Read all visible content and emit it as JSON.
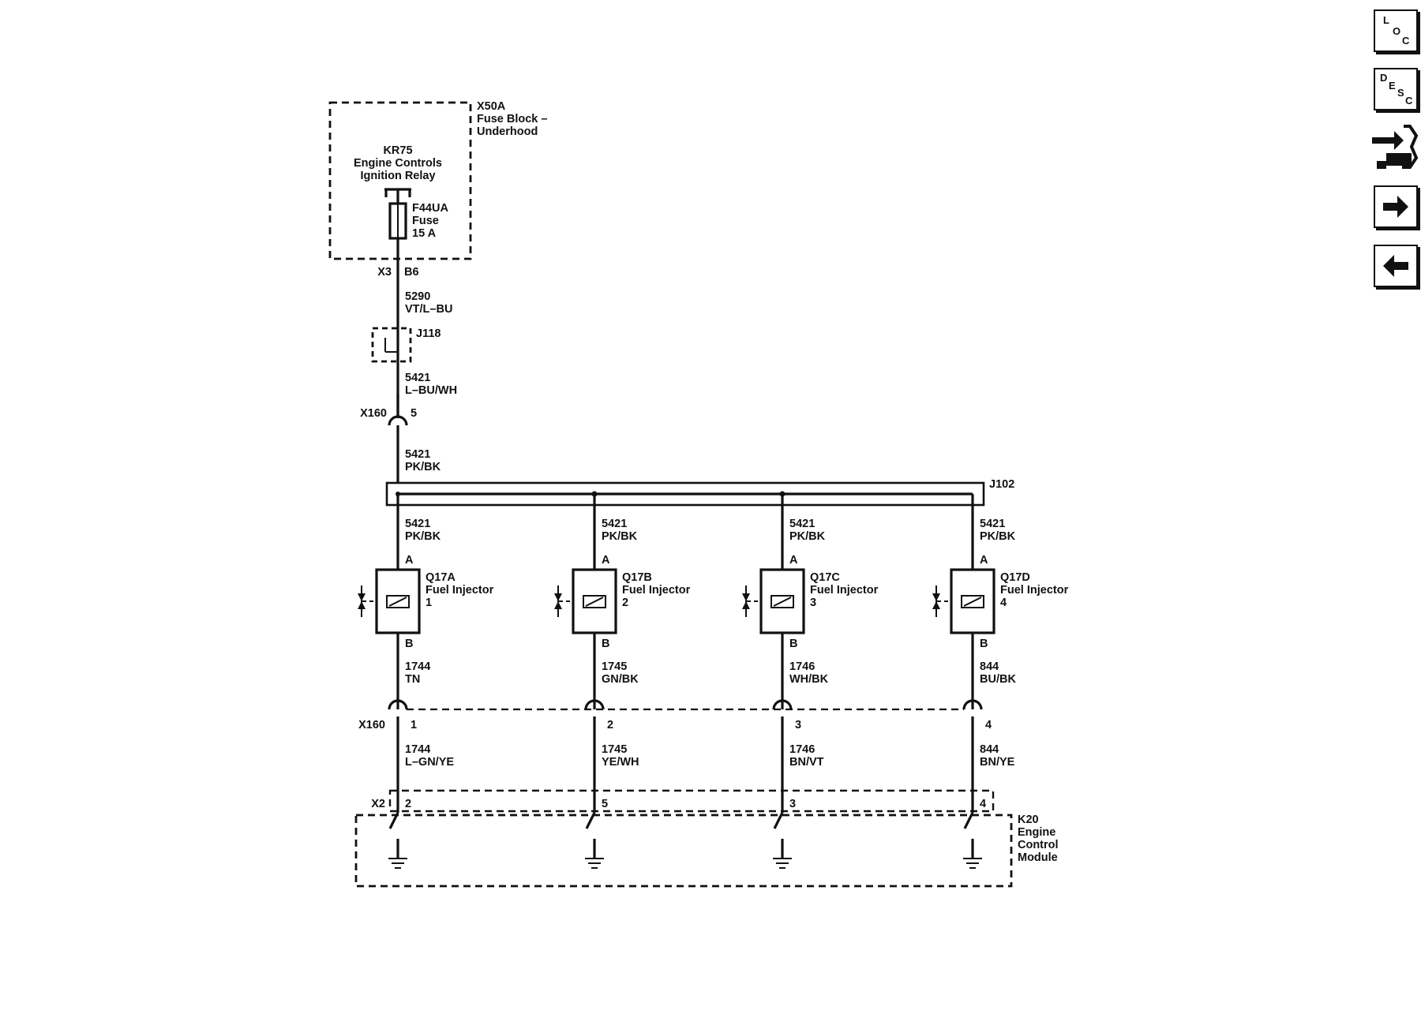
{
  "fuse_block": {
    "id": "X50A",
    "name_line1": "Fuse Block –",
    "name_line2": "Underhood"
  },
  "relay": {
    "id": "KR75",
    "line1": "Engine Controls",
    "line2": "Ignition Relay"
  },
  "fuse": {
    "id": "F44UA",
    "type": "Fuse",
    "rating": "15 A"
  },
  "fuse_connector": {
    "connector": "X3",
    "pin": "B6"
  },
  "wire_feed": {
    "circuit": "5290",
    "color": "VT/L–BU"
  },
  "splice_j118": {
    "id": "J118"
  },
  "wire_after_j118": {
    "circuit": "5421",
    "color": "L–BU/WH"
  },
  "inline_top": {
    "connector": "X160",
    "pin": "5"
  },
  "wire_to_j102": {
    "circuit": "5421",
    "color": "PK/BK"
  },
  "splice_j102": {
    "id": "J102"
  },
  "injectors": [
    {
      "branch_circuit": "5421",
      "branch_color": "PK/BK",
      "pin_a": "A",
      "pin_b": "B",
      "id": "Q17A",
      "name": "Fuel Injector",
      "number": "1",
      "out_circuit": "1744",
      "out_color": "TN",
      "x160_pin": "1",
      "ecm_circuit": "1744",
      "ecm_color": "L–GN/YE",
      "x2_pin": "2"
    },
    {
      "branch_circuit": "5421",
      "branch_color": "PK/BK",
      "pin_a": "A",
      "pin_b": "B",
      "id": "Q17B",
      "name": "Fuel Injector",
      "number": "2",
      "out_circuit": "1745",
      "out_color": "GN/BK",
      "x160_pin": "2",
      "ecm_circuit": "1745",
      "ecm_color": "YE/WH",
      "x2_pin": "5"
    },
    {
      "branch_circuit": "5421",
      "branch_color": "PK/BK",
      "pin_a": "A",
      "pin_b": "B",
      "id": "Q17C",
      "name": "Fuel Injector",
      "number": "3",
      "out_circuit": "1746",
      "out_color": "WH/BK",
      "x160_pin": "3",
      "ecm_circuit": "1746",
      "ecm_color": "BN/VT",
      "x2_pin": "3"
    },
    {
      "branch_circuit": "5421",
      "branch_color": "PK/BK",
      "pin_a": "A",
      "pin_b": "B",
      "id": "Q17D",
      "name": "Fuel Injector",
      "number": "4",
      "out_circuit": "844",
      "out_color": "BU/BK",
      "x160_pin": "4",
      "ecm_circuit": "844",
      "ecm_color": "BN/YE",
      "x2_pin": "4"
    }
  ],
  "inline_bottom": {
    "connector": "X160"
  },
  "ecm_connector": {
    "connector": "X2"
  },
  "ecm": {
    "id": "K20",
    "line1": "Engine",
    "line2": "Control",
    "line3": "Module"
  },
  "nav": {
    "loc": {
      "l1": "L",
      "l2": "O",
      "l3": "C"
    },
    "desc": {
      "l1": "D",
      "l2": "E",
      "l3": "S",
      "l4": "C"
    },
    "icons": [
      "connector-icon",
      "right-arrow-icon",
      "left-arrow-icon"
    ]
  }
}
